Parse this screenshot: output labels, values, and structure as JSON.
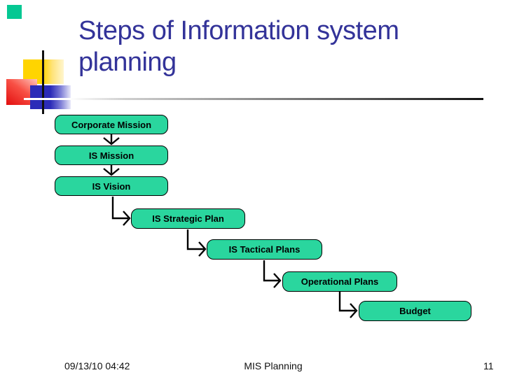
{
  "slide": {
    "title": "Steps of Information system planning",
    "boxes": [
      {
        "label": "Corporate Mission"
      },
      {
        "label": "IS Mission"
      },
      {
        "label": "IS Vision"
      },
      {
        "label": "IS Strategic Plan"
      },
      {
        "label": "IS Tactical Plans"
      },
      {
        "label": "Operational Plans"
      },
      {
        "label": "Budget"
      }
    ],
    "footer": {
      "date": "09/13/10 04:42",
      "label": "MIS Planning",
      "page": "11"
    },
    "colors": {
      "title_text": "#333399",
      "box_fill": "#2AD69E",
      "box_border": "#000000",
      "accent_yellow": "#FFD400",
      "accent_red": "#E20F0F",
      "accent_blue": "#2B2BB8",
      "accent_green": "#05C893",
      "connector": "#000000"
    }
  }
}
